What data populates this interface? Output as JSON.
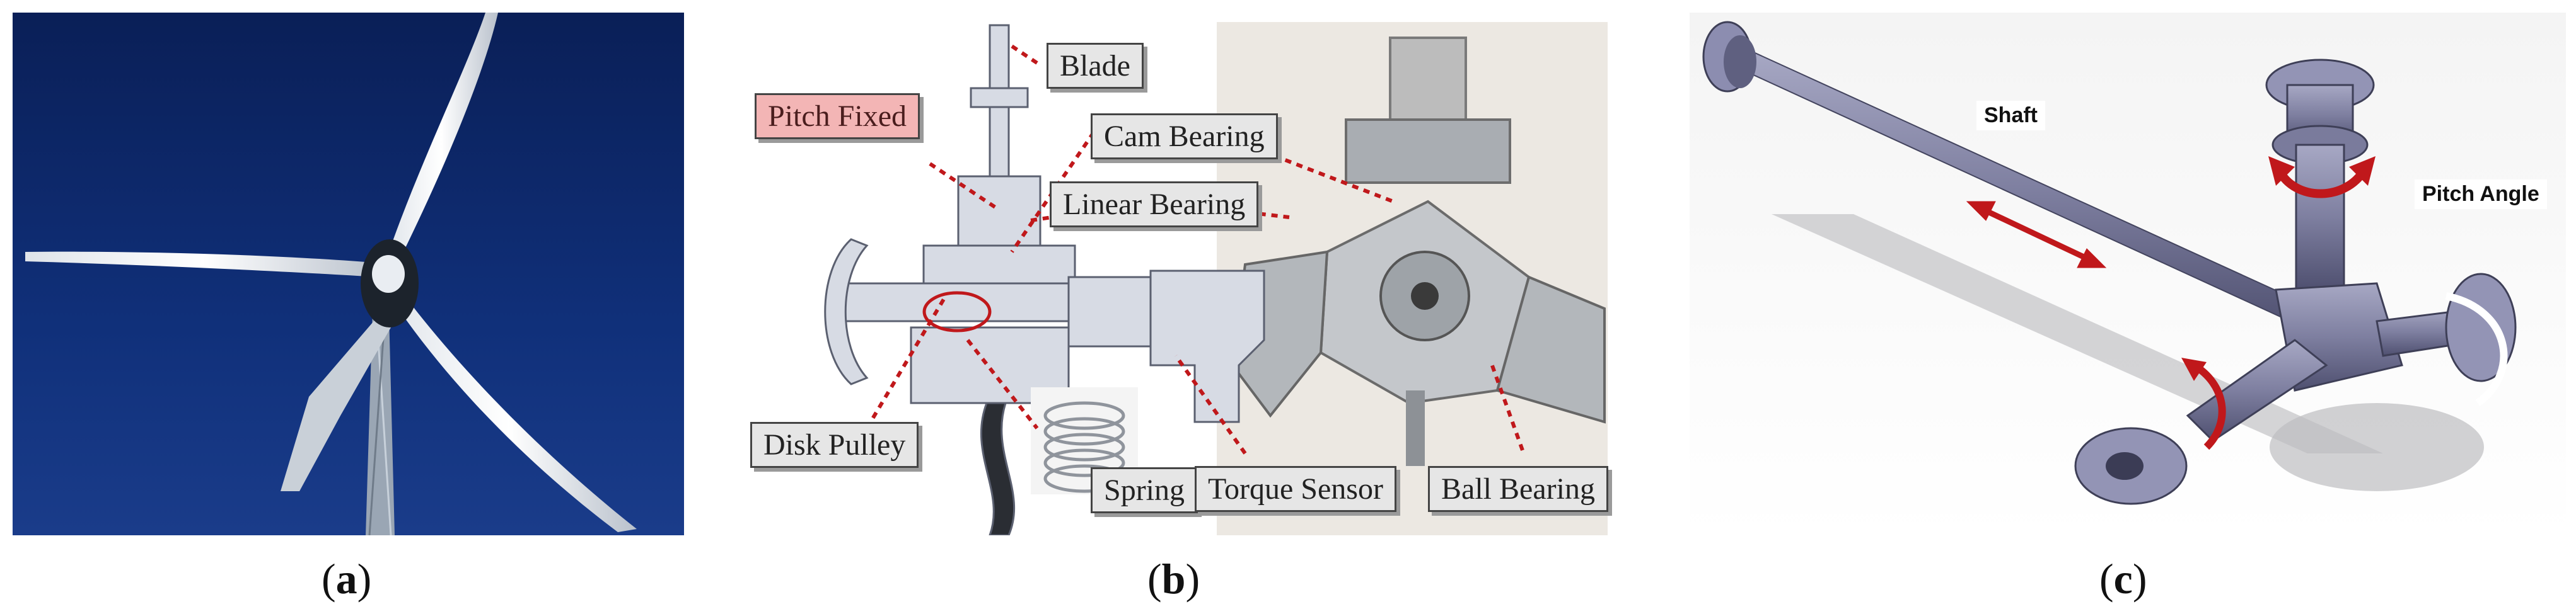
{
  "panels": {
    "a": {
      "caption_letter": "a"
    },
    "b": {
      "caption_letter": "b",
      "labels": {
        "blade": "Blade",
        "pitch_fixed": "Pitch Fixed",
        "cam_bearing": "Cam Bearing",
        "linear_bearing": "Linear Bearing",
        "disk_pulley": "Disk Pulley",
        "spring": "Spring",
        "torque_sensor": "Torque Sensor",
        "ball_bearing": "Ball Bearing"
      }
    },
    "c": {
      "caption_letter": "c",
      "labels": {
        "shaft": "Shaft",
        "pitch_angle": "Pitch Angle"
      }
    }
  },
  "colors": {
    "sky": "#0e2a6e",
    "annotation_red": "#c0181b",
    "label_gray": "#e6e6e6",
    "label_pink": "#f3b5b5"
  }
}
